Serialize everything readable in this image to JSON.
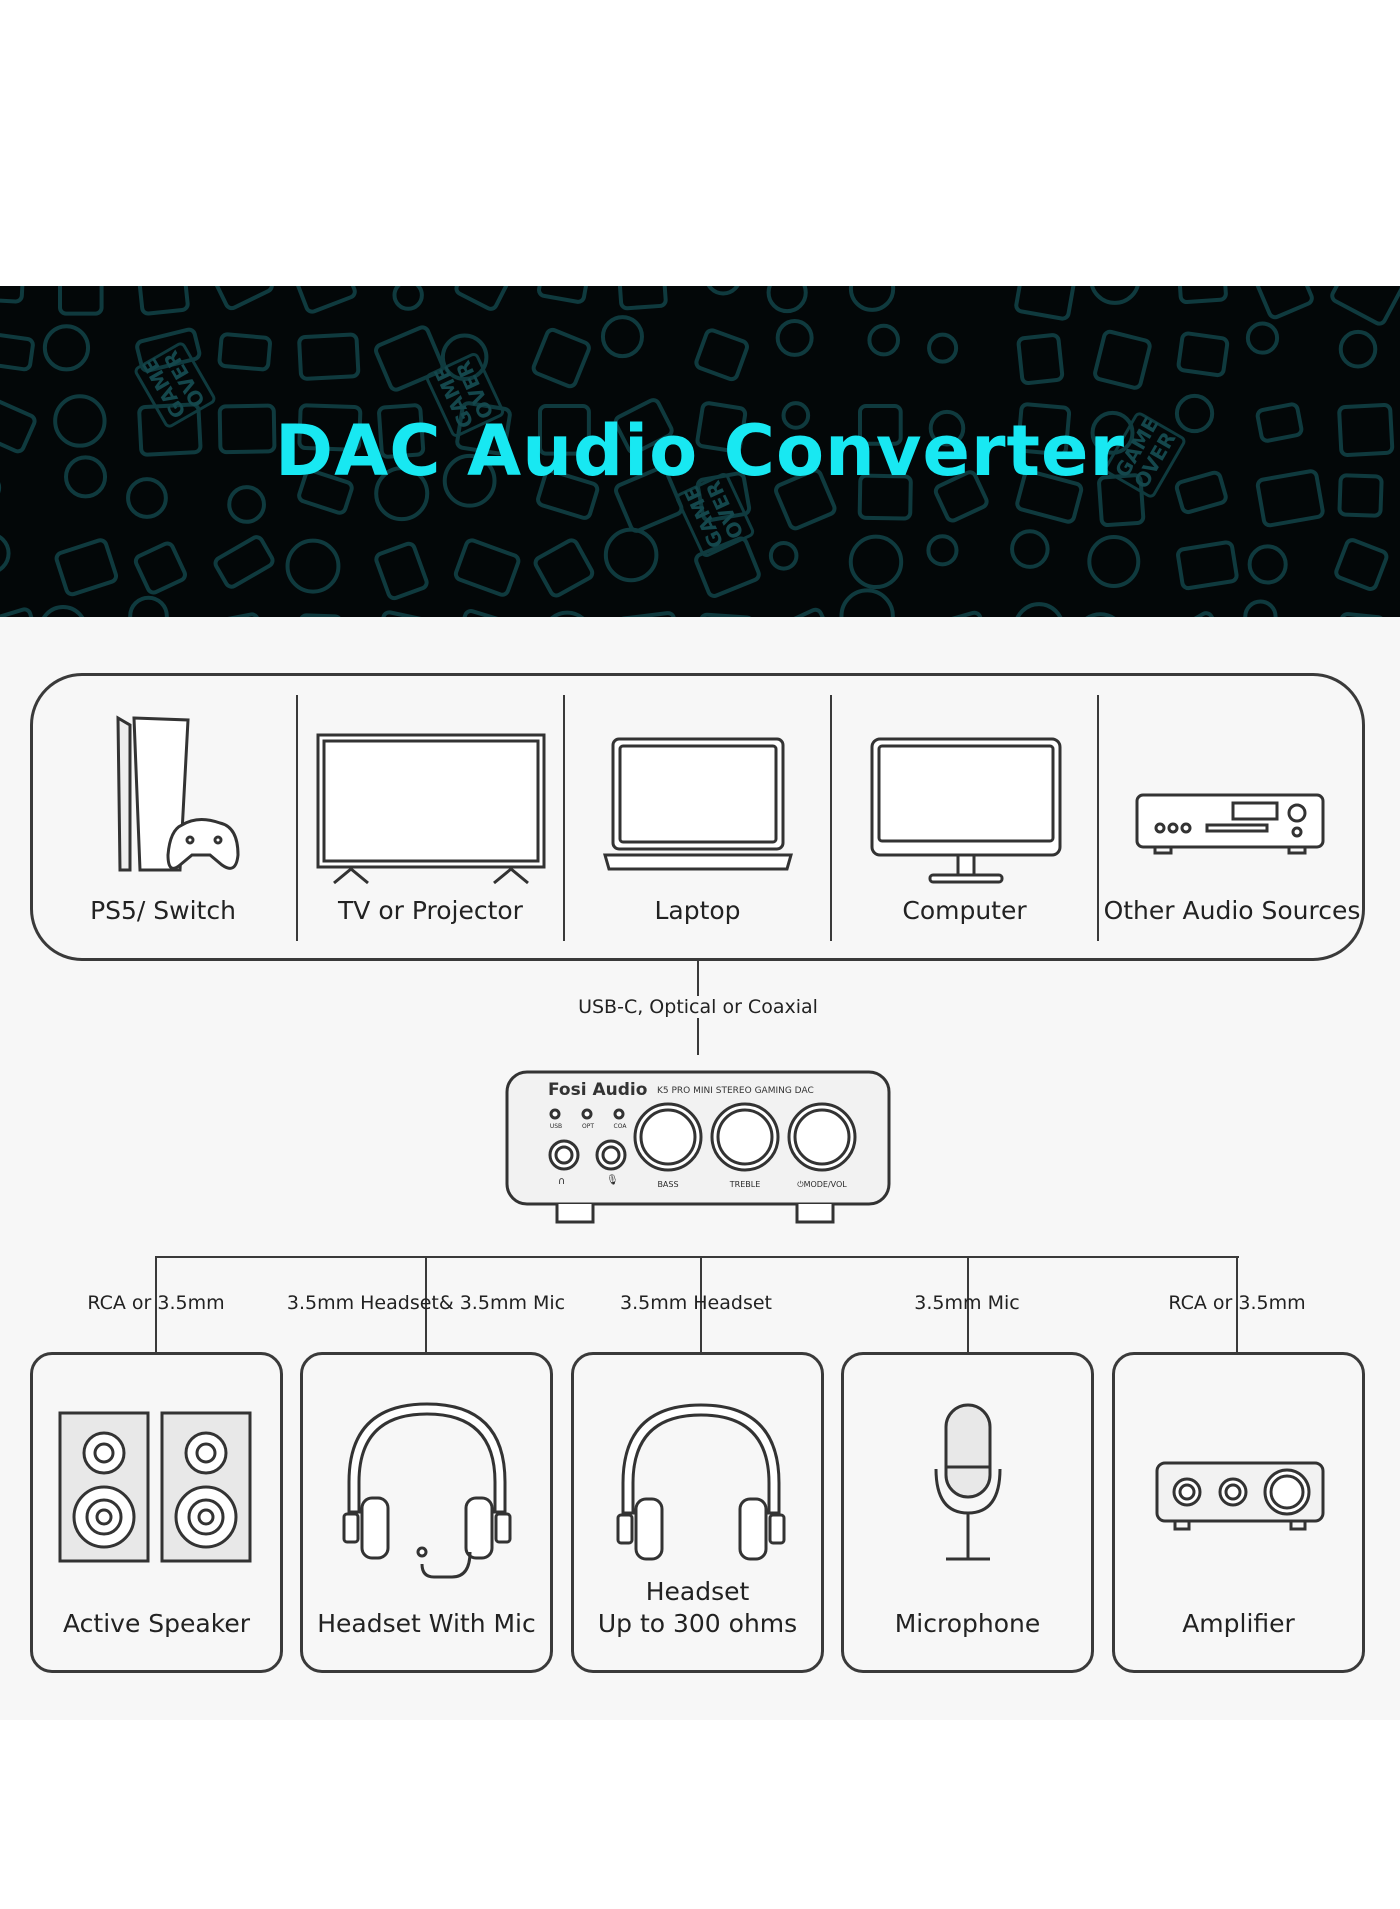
{
  "banner": {
    "title": "DAC Audio Converter",
    "title_color": "#18e8f2",
    "pattern_text": "GAME OVER"
  },
  "sources": [
    {
      "label": "PS5/ Switch",
      "icon": "game-console-icon"
    },
    {
      "label": "TV or Projector",
      "icon": "tv-icon"
    },
    {
      "label": "Laptop",
      "icon": "laptop-icon"
    },
    {
      "label": "Computer",
      "icon": "monitor-icon"
    },
    {
      "label": "Other Audio Sources",
      "icon": "audio-receiver-icon"
    }
  ],
  "input_connection": "USB-C, Optical or Coaxial",
  "device": {
    "brand": "Fosi Audio",
    "model": "K5 PRO MINI STEREO GAMING DAC",
    "leds": [
      "USB",
      "OPT",
      "COA"
    ],
    "knobs": [
      "BASS",
      "TREBLE",
      "MODE/VOL"
    ]
  },
  "outputs": [
    {
      "connection": "RCA or 3.5mm",
      "label": "Active Speaker",
      "icon": "speaker-icon"
    },
    {
      "connection": "3.5mm Headset& 3.5mm Mic",
      "label": "Headset With Mic",
      "icon": "headset-mic-icon"
    },
    {
      "connection": "3.5mm Headset",
      "label": "Headset",
      "label2": "Up to 300 ohms",
      "icon": "headphones-icon"
    },
    {
      "connection": "3.5mm Mic",
      "label": "Microphone",
      "icon": "microphone-icon"
    },
    {
      "connection": "RCA or 3.5mm",
      "label": "Amplifier",
      "icon": "amplifier-icon"
    }
  ]
}
